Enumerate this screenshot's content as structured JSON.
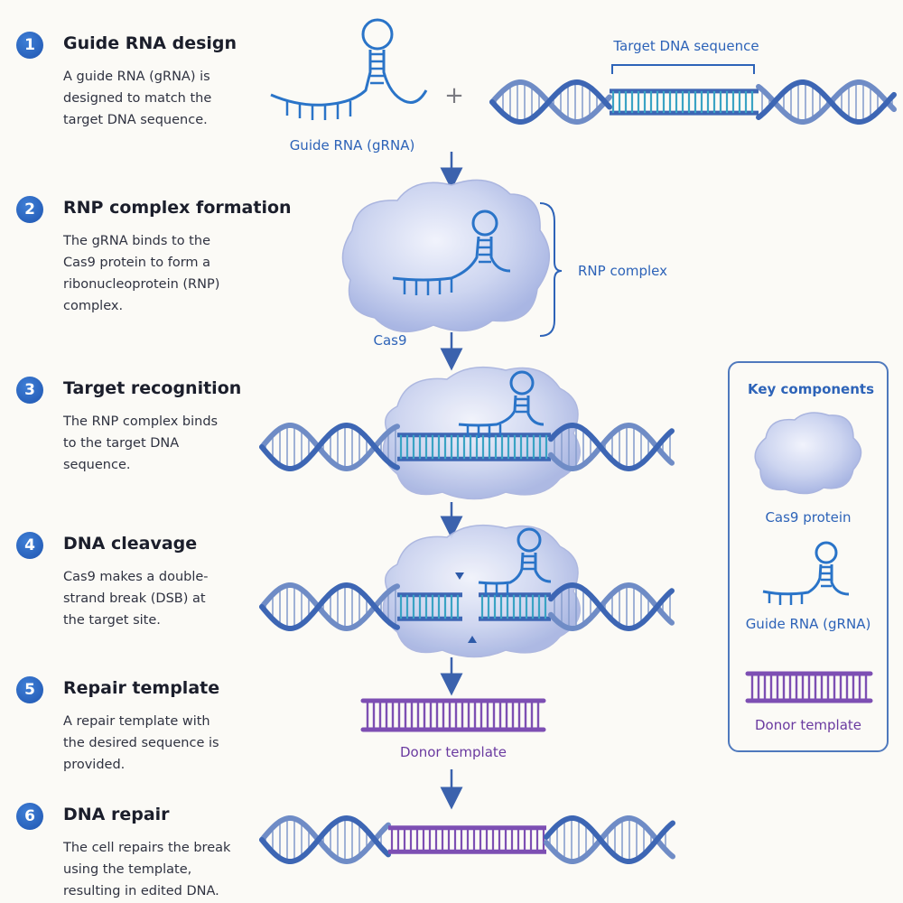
{
  "steps": [
    {
      "number": "1",
      "title": "Guide RNA design",
      "desc": [
        "A guide RNA (gRNA) is",
        "designed to match the",
        "target DNA sequence."
      ]
    },
    {
      "number": "2",
      "title": "RNP complex formation",
      "desc": [
        "The gRNA binds to the",
        "Cas9 protein to form a",
        "ribonucleoprotein (RNP)",
        "complex."
      ]
    },
    {
      "number": "3",
      "title": "Target recognition",
      "desc": [
        "The RNP complex binds",
        "to the target DNA",
        "sequence."
      ]
    },
    {
      "number": "4",
      "title": "DNA cleavage",
      "desc": [
        "Cas9 makes a double-",
        "strand break (DSB) at",
        "the target site."
      ]
    },
    {
      "number": "5",
      "title": "Repair template",
      "desc": [
        "A repair template with",
        "the desired sequence is",
        "provided."
      ]
    },
    {
      "number": "6",
      "title": "DNA repair",
      "desc": [
        "The cell repairs the break",
        "using the template,",
        "resulting in edited DNA."
      ]
    }
  ],
  "labels": {
    "guide_rna": "Guide RNA (gRNA)",
    "plus": "+",
    "target_dna": "Target DNA sequence",
    "rnp_complex": "RNP complex",
    "cas9": "Cas9",
    "donor_template": "Donor template"
  },
  "key": {
    "title": "Key components",
    "cas9": "Cas9 protein",
    "grna": "Guide RNA (gRNA)",
    "donor": "Donor template"
  },
  "colors": {
    "dna_blue": "#3d66b4",
    "target_teal": "#3aa3c4",
    "rna_blue": "#2a74c8",
    "cas9_cloud": "#b9c4ea",
    "donor_purple": "#7d4fb3",
    "badge_blue": "#2662bd"
  }
}
